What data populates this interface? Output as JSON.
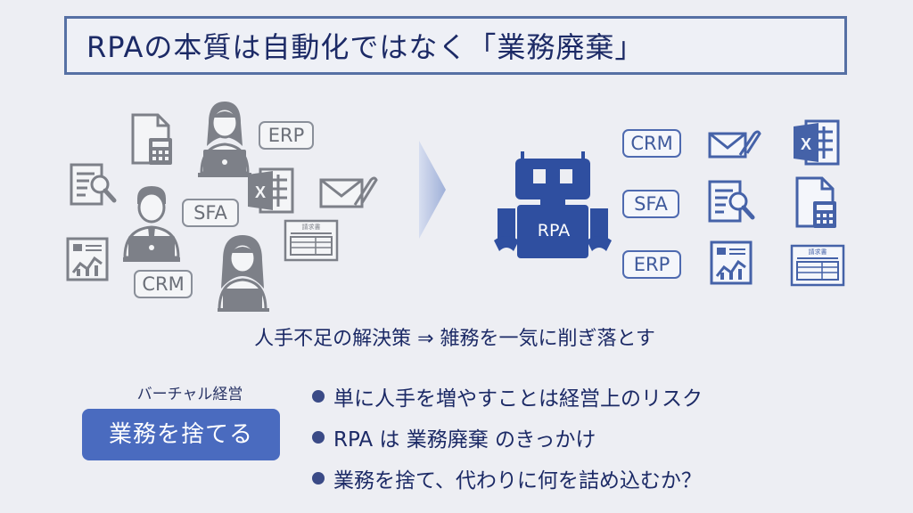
{
  "title": "RPAの本質は自動化ではなく「業務廃棄」",
  "left_labels": {
    "erp": "ERP",
    "sfa": "SFA",
    "crm": "CRM"
  },
  "robot_label": "RPA",
  "right_labels": {
    "crm": "CRM",
    "sfa": "SFA",
    "erp": "ERP"
  },
  "invoice_heading": "請求書",
  "excel_letter": "X",
  "subtitle": "人手不足の解決策 ⇒ 雑務を一気に削ぎ落とす",
  "virtual_management_label": "バーチャル経営",
  "discard_button_label": "業務を捨てる",
  "bullets": [
    "単に人手を増やすことは経営上のリスク",
    "RPA は 業務廃棄 のきっかけ",
    "業務を捨て、代わりに何を詰め込むか？"
  ],
  "colors": {
    "background": "#edeef3",
    "title_border": "#5670a4",
    "robot": "#2f4fa0",
    "gray_icon": "#7d8088",
    "blue_icon": "#4562a8",
    "button": "#4a6bbf"
  }
}
